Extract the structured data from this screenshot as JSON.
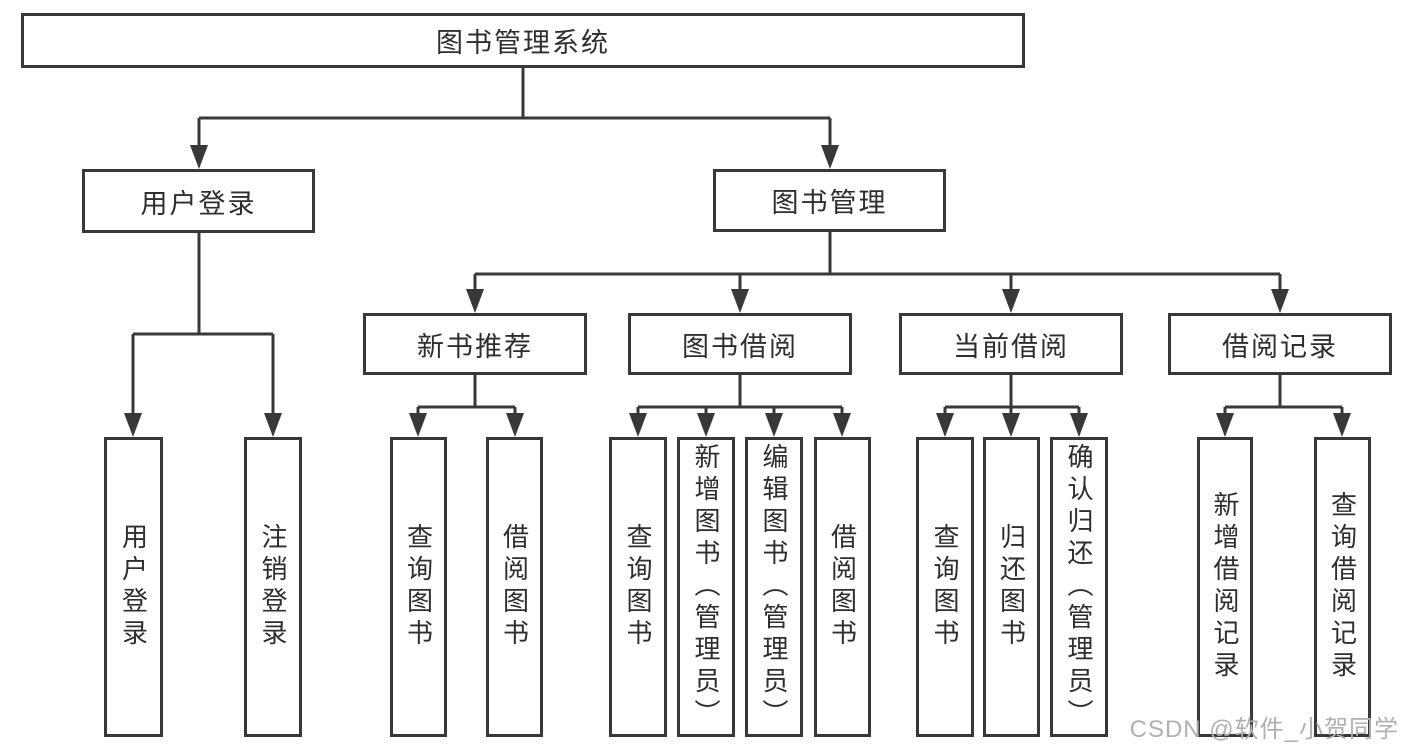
{
  "tree": {
    "label": "图书管理系统",
    "children": [
      {
        "label": "用户登录",
        "children": [
          {
            "label": "用户登录"
          },
          {
            "label": "注销登录"
          }
        ]
      },
      {
        "label": "图书管理",
        "children": [
          {
            "label": "新书推荐",
            "children": [
              {
                "label": "查询图书"
              },
              {
                "label": "借阅图书"
              }
            ]
          },
          {
            "label": "图书借阅",
            "children": [
              {
                "label": "查询图书"
              },
              {
                "label": "新增图书（管理员）"
              },
              {
                "label": "编辑图书（管理员）"
              },
              {
                "label": "借阅图书"
              }
            ]
          },
          {
            "label": "当前借阅",
            "children": [
              {
                "label": "查询图书"
              },
              {
                "label": "归还图书"
              },
              {
                "label": "确认归还（管理员）"
              }
            ]
          },
          {
            "label": "借阅记录",
            "children": [
              {
                "label": "新增借阅记录"
              },
              {
                "label": "查询借阅记录"
              }
            ]
          }
        ]
      }
    ]
  },
  "watermark": {
    "text": "CSDN @软件_小贺同学"
  },
  "colors": {
    "line": "#383838",
    "box_border": "#383838",
    "text": "#2e2e2e",
    "watermark": "#b0b0b0",
    "background": "#ffffff"
  }
}
